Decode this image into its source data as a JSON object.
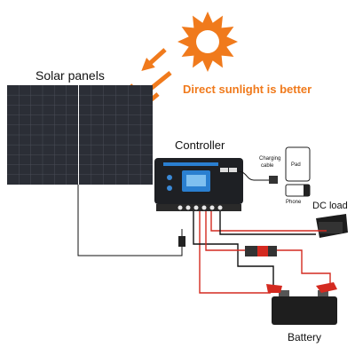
{
  "labels": {
    "solar_panels": "Solar panels",
    "sunlight_note": "Direct sunlight is better",
    "controller": "Controller",
    "charging_cable_line1": "Charging",
    "charging_cable_line2": "cable",
    "pad": "Pad",
    "phone": "Phone",
    "dc_load": "DC load",
    "battery": "Battery"
  },
  "colors": {
    "sun": "#f07a1c",
    "sunlight_text": "#f07a1c",
    "panel": "#2b2e36",
    "controller_body": "#1e2024",
    "controller_screen": "#2a7fd0",
    "wire_red": "#d42a20",
    "wire_black": "#111111"
  },
  "icons": [
    "sun-icon",
    "sunray-arrow-icon",
    "tablet-icon",
    "phone-icon",
    "dc-load-lamp-icon",
    "battery-icon",
    "connector-icon"
  ]
}
